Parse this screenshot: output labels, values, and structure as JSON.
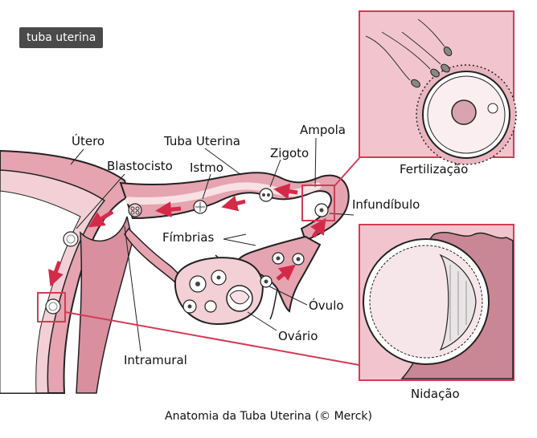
{
  "tag": "tuba uterina",
  "caption": "Anatomia da Tuba Uterina (© Merck)",
  "labels": {
    "utero": "Útero",
    "tuba": "Tuba Uterina",
    "ampola": "Ampola",
    "blastocisto": "Blastocisto",
    "istmo": "Istmo",
    "zigoto": "Zigoto",
    "infundibulo": "Infundíbulo",
    "fimbrias": "Fímbrias",
    "ovulo": "Óvulo",
    "ovario": "Ovário",
    "intramural": "Intramural",
    "fertilizacao": "Fertilização",
    "nidacao": "Nidação"
  },
  "colors": {
    "tissue": "#e5a4b0",
    "tissue_dark": "#c98795",
    "tissue_light": "#f2d0d6",
    "outline": "#222222",
    "highlight": "#d43a55",
    "arrow": "#d42a4a",
    "inset_bg": "#f2c5ce"
  }
}
